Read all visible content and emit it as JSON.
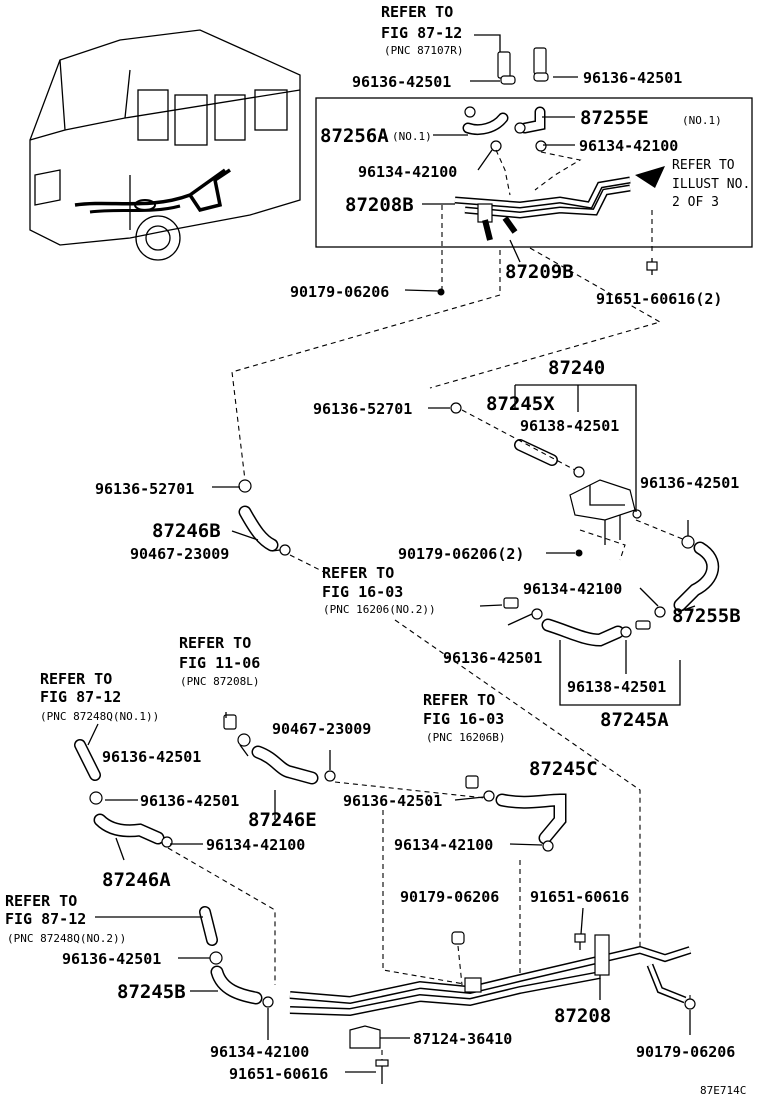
{
  "labels": {
    "r1_line1": "REFER TO",
    "r1_line2": "FIG 87-12",
    "r1_pnc": "(PNC 87107R)",
    "p_96136_42501_top_left": "96136-42501",
    "p_96136_42501_top_right": "96136-42501",
    "p_87255E": "87255E",
    "p_87255E_note": "(NO.1)",
    "p_87256A": "87256A",
    "p_87256A_note": "(NO.1)",
    "p_96134_42100_top_right": "96134-42100",
    "p_96134_42100_top_mid": "96134-42100",
    "r_illust_line1": "REFER TO",
    "r_illust_line2": "ILLUST NO.",
    "r_illust_line3": "2 OF 3",
    "p_87208B": "87208B",
    "p_87209B": "87209B",
    "p_90179_06206_top": "90179-06206",
    "p_91651_60616_top": "91651-60616(2)",
    "p_87240": "87240",
    "p_96136_52701_a": "96136-52701",
    "p_87245X": "87245X",
    "p_96138_42501_a": "96138-42501",
    "p_96136_52701_b": "96136-52701",
    "p_96136_42501_right": "96136-42501",
    "p_87246B": "87246B",
    "p_90467_23009_a": "90467-23009",
    "p_90179_06206_2": "90179-06206(2)",
    "r_fig1603_line1": "REFER TO",
    "r_fig1603_line2": "FIG 16-03",
    "r_fig1603_pnc": "(PNC 16206(NO.2))",
    "p_96134_42100_mid": "96134-42100",
    "p_87255B": "87255B",
    "p_96136_42501_mid": "96136-42501",
    "p_96138_42501_b": "96138-42501",
    "p_87245A": "87245A",
    "r_fig1106_line1": "REFER TO",
    "r_fig1106_line2": "FIG 11-06",
    "r_fig1106_pnc": "(PNC 87208L)",
    "r_fig8712b_line1": "REFER TO",
    "r_fig8712b_line2": "FIG 87-12",
    "r_fig8712b_pnc": "(PNC 87248Q(NO.1))",
    "p_90467_23009_b": "90467-23009",
    "r_fig1603b_line1": "REFER TO",
    "r_fig1603b_line2": "FIG 16-03",
    "r_fig1603b_pnc": "(PNC 16206B)",
    "p_96136_42501_left1": "96136-42501",
    "p_87245C": "87245C",
    "p_96136_42501_left2": "96136-42501",
    "p_87246E": "87246E",
    "p_96136_42501_c": "96136-42501",
    "p_96134_42100_left": "96134-42100",
    "p_96134_42100_c": "96134-42100",
    "p_87246A": "87246A",
    "p_90179_06206_c": "90179-06206",
    "p_91651_60616_c": "91651-60616",
    "r_fig8712c_line1": "REFER TO",
    "r_fig8712c_line2": "FIG 87-12",
    "r_fig8712c_pnc": "(PNC 87248Q(NO.2))",
    "p_96136_42501_bl": "96136-42501",
    "p_87245B": "87245B",
    "p_87208": "87208",
    "p_87124_36410": "87124-36410",
    "p_96134_42100_bottom": "96134-42100",
    "p_90179_06206_br": "90179-06206",
    "p_91651_60616_bottom": "91651-60616",
    "p_illust_code": "87E714C"
  }
}
